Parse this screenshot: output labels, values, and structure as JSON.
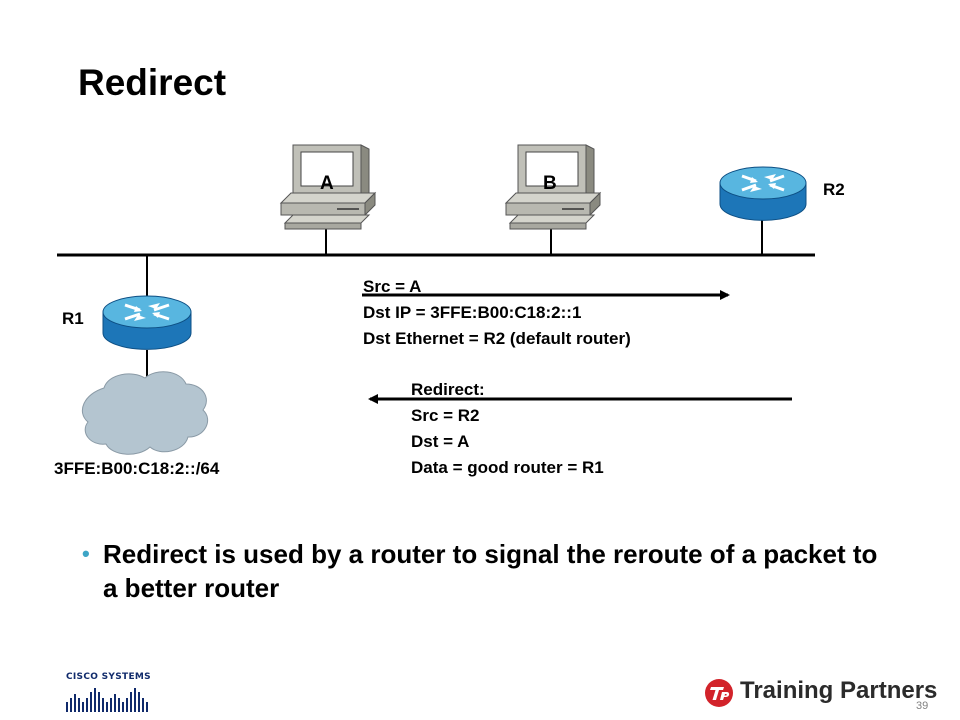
{
  "slide": {
    "title": "Redirect",
    "page_number": "39"
  },
  "diagram": {
    "hosts": [
      {
        "id": "A",
        "label": "A"
      },
      {
        "id": "B",
        "label": "B"
      }
    ],
    "routers": [
      {
        "id": "R1",
        "label": "R1"
      },
      {
        "id": "R2",
        "label": "R2"
      }
    ],
    "network_label": "3FFE:B00:C18:2::/64",
    "message_to_r2": {
      "lines": [
        "Src = A",
        "Dst IP = 3FFE:B00:C18:2::1",
        "Dst Ethernet  = R2 (default router)"
      ]
    },
    "redirect_message": {
      "lines": [
        "Redirect:",
        "Src = R2",
        "Dst = A",
        "Data = good router = R1"
      ]
    }
  },
  "bullets": [
    "Redirect is used by a router to signal the reroute of a packet to a better router"
  ],
  "footer": {
    "left_logo_text": "Cisco Systems",
    "right_logo_text": "Training Partners",
    "right_logo_icon": "tp-logo-icon"
  },
  "colors": {
    "router_top": "#58b6e0",
    "router_body": "#1d76b8",
    "cloud": "#b4c5d0",
    "bullet": "#3da5c6",
    "tp_red": "#d2232a"
  }
}
